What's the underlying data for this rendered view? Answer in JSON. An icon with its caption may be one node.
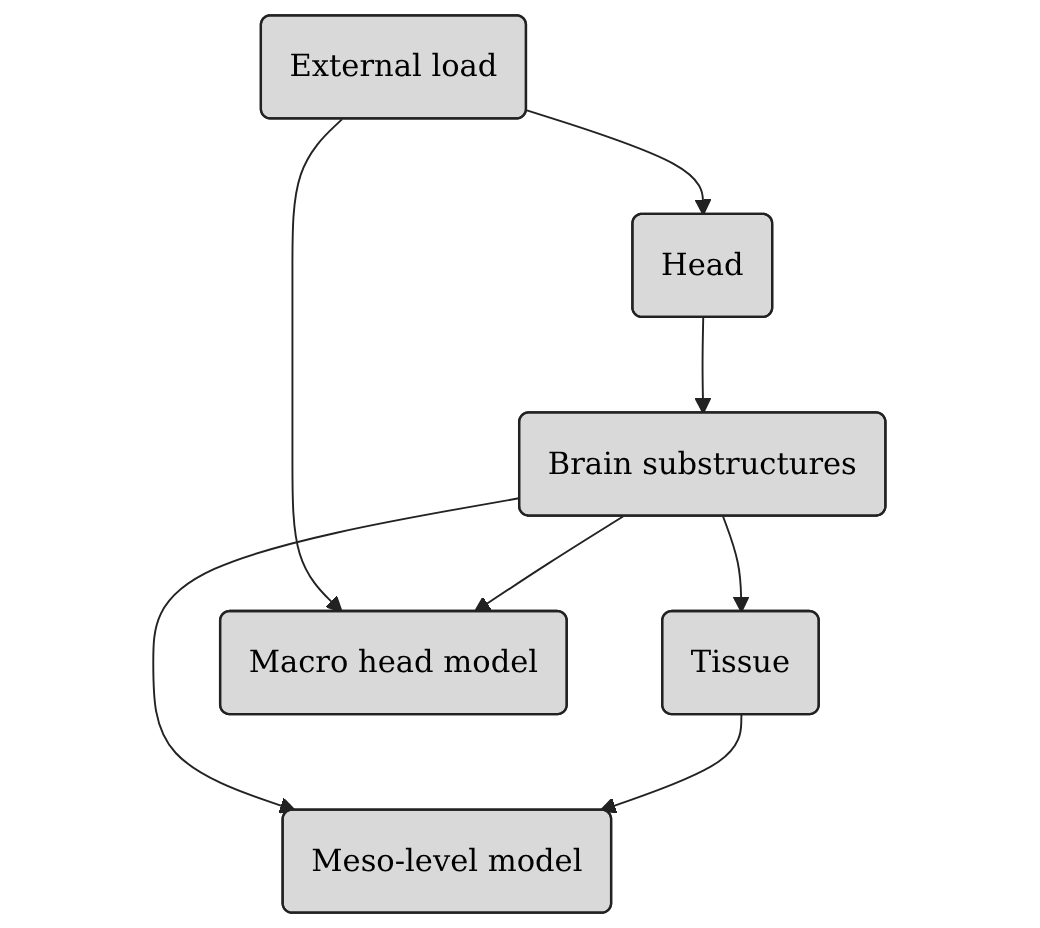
{
  "diagram": {
    "nodes": [
      {
        "text": [
          "External load"
        ]
      },
      {
        "text": [
          "Head"
        ]
      },
      {
        "text": [
          "Brain substructures"
        ]
      },
      {
        "text": [
          "Tissue"
        ]
      },
      {
        "text": [
          "Macro head model"
        ]
      },
      {
        "text": [
          "Meso-level model"
        ]
      }
    ],
    "edges": [
      {
        "from": 0,
        "to": 1,
        "arrow": "to"
      },
      {
        "from": 1,
        "to": 2,
        "arrow": "to"
      },
      {
        "from": 2,
        "to": 3,
        "arrow": "to"
      },
      {
        "from": 0,
        "to": 4,
        "arrow": "to"
      },
      {
        "from": 2,
        "to": 4,
        "arrow": "to"
      },
      {
        "from": 2,
        "to": 5,
        "arrow": "to"
      },
      {
        "from": 3,
        "to": 5,
        "arrow": "to"
      }
    ]
  }
}
